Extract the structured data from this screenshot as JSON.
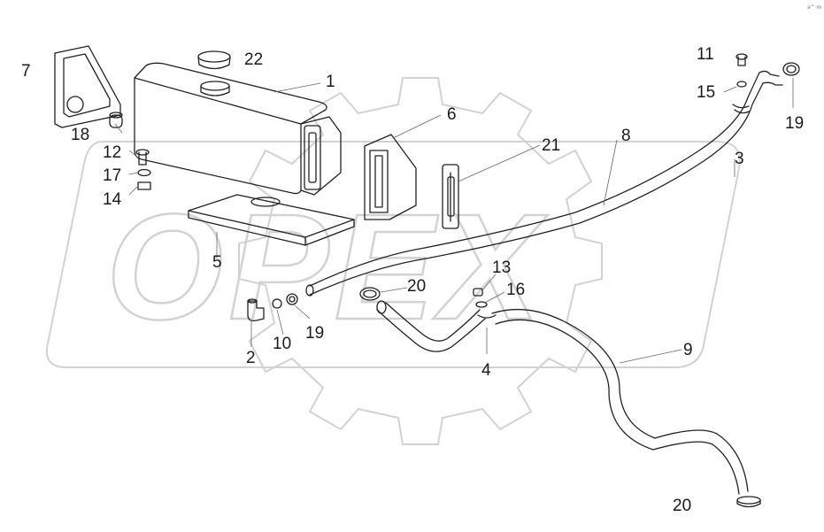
{
  "watermark": {
    "text": "OPEX",
    "color": "#d2d2d2"
  },
  "corner_mark": "a^ m",
  "labels": {
    "l1": "1",
    "l2": "2",
    "l3": "3",
    "l4": "4",
    "l5": "5",
    "l6": "6",
    "l7": "7",
    "l8": "8",
    "l9": "9",
    "l10": "10",
    "l11": "11",
    "l12": "12",
    "l13": "13",
    "l14": "14",
    "l15": "15",
    "l16": "16",
    "l17": "17",
    "l18": "18",
    "l19a": "19",
    "l19b": "19",
    "l20a": "20",
    "l20b": "20",
    "l21": "21",
    "l22": "22"
  }
}
